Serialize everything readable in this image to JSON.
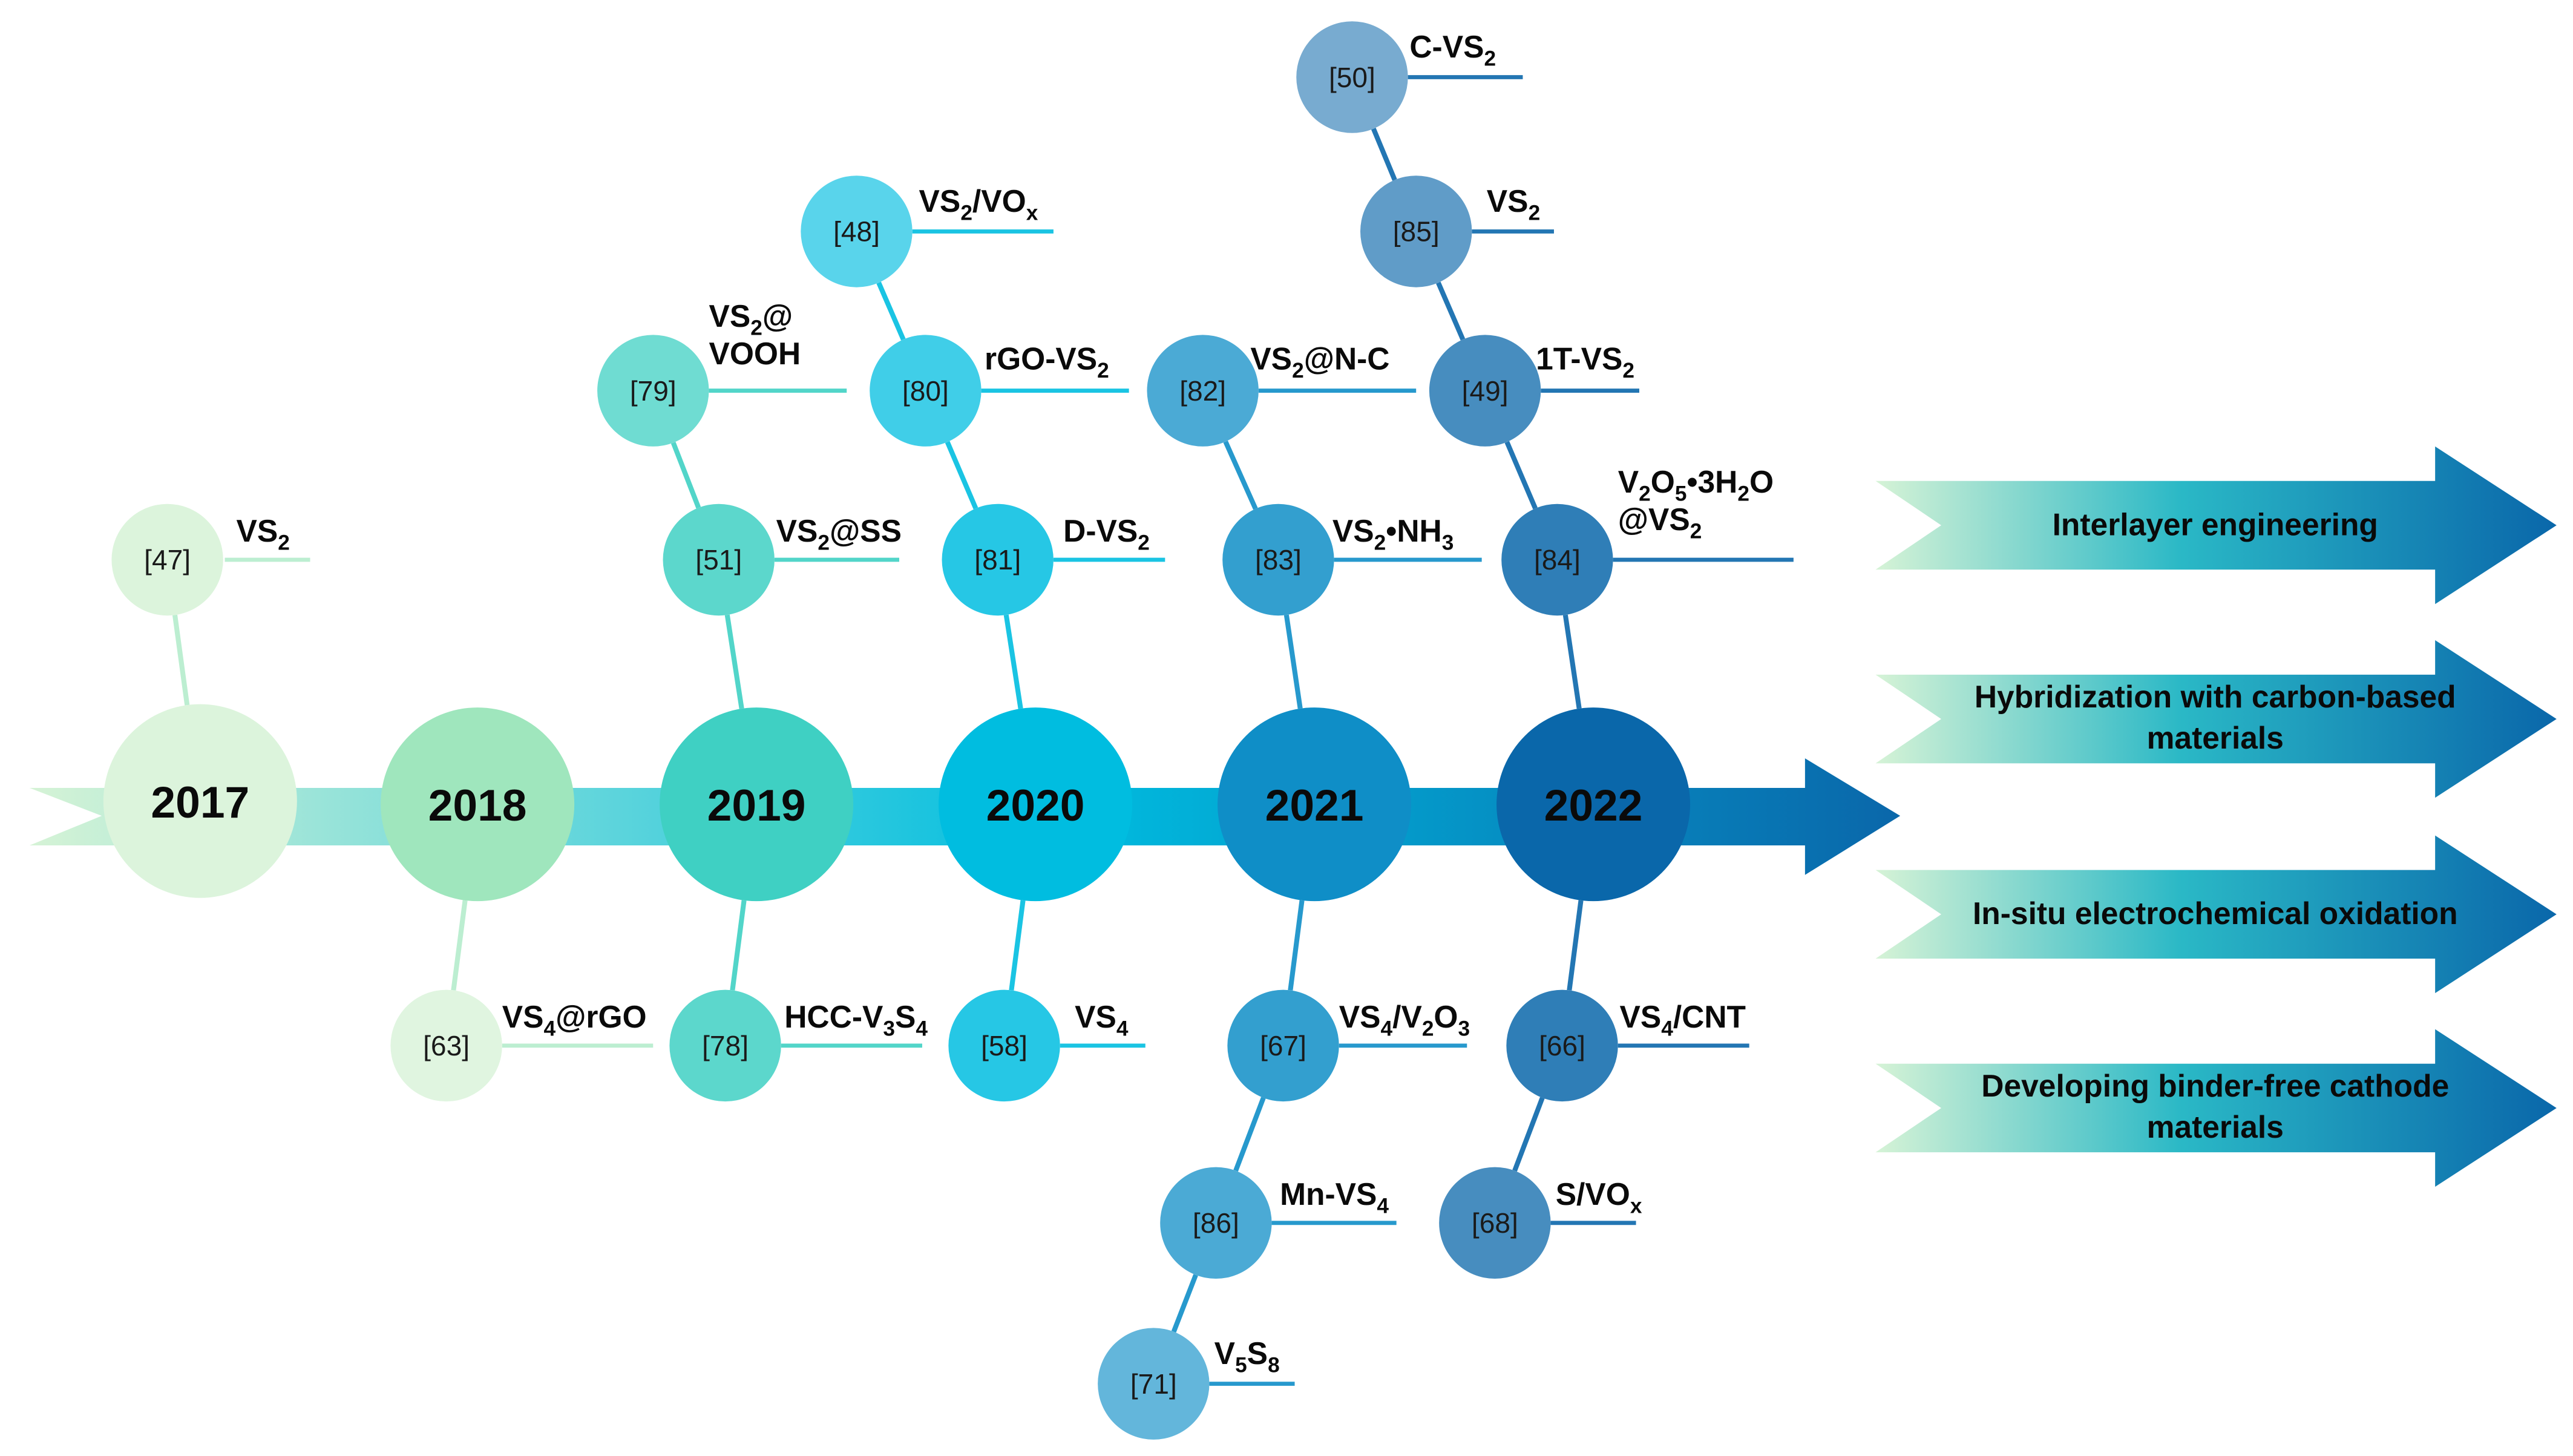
{
  "years": [
    "2017",
    "2018",
    "2019",
    "2020",
    "2021",
    "2022"
  ],
  "nodes": [
    {
      "id": "n47",
      "year": "2017",
      "side": "top",
      "ref": "[47]",
      "label": "VS<sub>2</sub>"
    },
    {
      "id": "n63",
      "year": "2018",
      "side": "bottom",
      "ref": "[63]",
      "label": "VS<sub>4</sub>@rGO"
    },
    {
      "id": "n51",
      "year": "2019",
      "side": "top",
      "ref": "[51]",
      "label": "VS<sub>2</sub>@SS"
    },
    {
      "id": "n79",
      "year": "2019",
      "side": "top",
      "ref": "[79]",
      "label": "VS<sub>2</sub>@<br>VOOH"
    },
    {
      "id": "n78",
      "year": "2019",
      "side": "bottom",
      "ref": "[78]",
      "label": "HCC-V<sub>3</sub>S<sub>4</sub>"
    },
    {
      "id": "n81",
      "year": "2020",
      "side": "top",
      "ref": "[81]",
      "label": "D-VS<sub>2</sub>"
    },
    {
      "id": "n80",
      "year": "2020",
      "side": "top",
      "ref": "[80]",
      "label": "rGO-VS<sub>2</sub>"
    },
    {
      "id": "n48",
      "year": "2020",
      "side": "top",
      "ref": "[48]",
      "label": "VS<sub>2</sub>/VO<sub>x</sub>"
    },
    {
      "id": "n58",
      "year": "2020",
      "side": "bottom",
      "ref": "[58]",
      "label": "VS<sub>4</sub>"
    },
    {
      "id": "n83",
      "year": "2021",
      "side": "top",
      "ref": "[83]",
      "label": "VS<sub>2</sub>•NH<sub>3</sub>"
    },
    {
      "id": "n82",
      "year": "2021",
      "side": "top",
      "ref": "[82]",
      "label": "VS<sub>2</sub>@N-C"
    },
    {
      "id": "n67",
      "year": "2021",
      "side": "bottom",
      "ref": "[67]",
      "label": "VS<sub>4</sub>/V<sub>2</sub>O<sub>3</sub>"
    },
    {
      "id": "n86",
      "year": "2021",
      "side": "bottom",
      "ref": "[86]",
      "label": "Mn-VS<sub>4</sub>"
    },
    {
      "id": "n71",
      "year": "2021",
      "side": "bottom",
      "ref": "[71]",
      "label": "V<sub>5</sub>S<sub>8</sub>"
    },
    {
      "id": "n84",
      "year": "2022",
      "side": "top",
      "ref": "[84]",
      "label": "V<sub>2</sub>O<sub>5</sub>•3H<sub>2</sub>O<br>@VS<sub>2</sub>"
    },
    {
      "id": "n49",
      "year": "2022",
      "side": "top",
      "ref": "[49]",
      "label": "1T-VS<sub>2</sub>"
    },
    {
      "id": "n85",
      "year": "2022",
      "side": "top",
      "ref": "[85]",
      "label": "VS<sub>2</sub>"
    },
    {
      "id": "n50",
      "year": "2022",
      "side": "top",
      "ref": "[50]",
      "label": "C-VS<sub>2</sub>"
    },
    {
      "id": "n66",
      "year": "2022",
      "side": "bottom",
      "ref": "[66]",
      "label": "VS<sub>4</sub>/CNT"
    },
    {
      "id": "n68",
      "year": "2022",
      "side": "bottom",
      "ref": "[68]",
      "label": "S/VO<sub>x</sub>"
    }
  ],
  "strategies": [
    {
      "text": "Interlayer engineering"
    },
    {
      "text": "Hybridization with carbon-based materials"
    },
    {
      "text": "In-situ electrochemical oxidation"
    },
    {
      "text": "Developing binder-free cathode materials"
    }
  ],
  "colors": {
    "2017": "#dcf4dc",
    "2018": "#9fe6bd",
    "2019": "#3fd0c3",
    "2020": "#00bde0",
    "2021": "#0f8ec7",
    "2022": "#0a67aa",
    "gradient_start": "#d6f3d6",
    "gradient_end": "#0a67aa"
  }
}
